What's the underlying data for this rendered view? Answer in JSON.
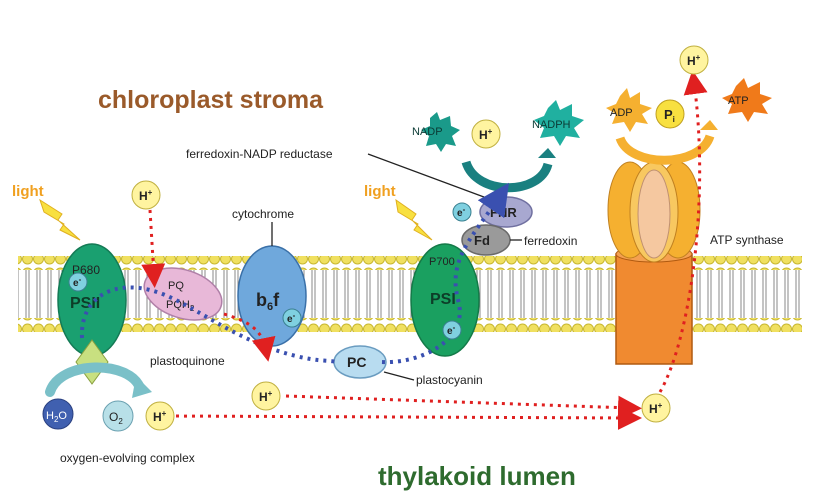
{
  "regions": {
    "stroma": "chloroplast stroma",
    "lumen": "thylakoid lumen"
  },
  "light": {
    "left": "light",
    "right": "light"
  },
  "psii": {
    "name": "PSII",
    "center": "P680"
  },
  "psi": {
    "name": "PSI",
    "center": "P700"
  },
  "cytochrome": {
    "label": "cytochrome",
    "name_main": "b",
    "name_sub": "6",
    "name_tail": "f"
  },
  "plastoquinone": {
    "label": "plastoquinone",
    "pq": "PQ",
    "pqh2_main": "PQH",
    "pqh2_sub": "2"
  },
  "plastocyanin": {
    "short": "PC",
    "label": "plastocyanin"
  },
  "ferredoxin": {
    "short": "Fd",
    "label": "ferredoxin"
  },
  "fnr": {
    "short": "FNR",
    "label": "ferredoxin-NADP reductase"
  },
  "atp_synthase": {
    "label": "ATP synthase"
  },
  "molecules": {
    "h_main": "H",
    "h_sup": "+",
    "e_main": "e",
    "e_sup": "-",
    "nadp": "NADP",
    "nadph": "NADPH",
    "adp": "ADP",
    "pi_main": "P",
    "pi_sub": "i",
    "atp": "ATP",
    "h2o_a": "H",
    "h2o_b": "2",
    "h2o_c": "O",
    "o2_a": "O",
    "o2_b": "2"
  },
  "oec": {
    "label": "oxygen-evolving complex"
  },
  "colors": {
    "stroma_text": "#9a5a2a",
    "lumen_text": "#2e6b2e",
    "light_text": "#f0a020",
    "psii": "#1aa070",
    "psi": "#1aa060",
    "cytochrome": "#6fa8dc",
    "pq": "#e8b8d8",
    "pc": "#b8dcf0",
    "fd": "#9a9a9a",
    "fnr": "#a8a8d0",
    "h_ion": "#fff4a0",
    "electron": "#7fd0e0",
    "nadp": "#1a9a8a",
    "atp_star": "#f07a1a",
    "adp_star": "#f5b030",
    "membrane_head": "#f0e060",
    "atp_synthase_top": "#f5c040",
    "atp_synthase_stalk": "#f08a30",
    "electron_path": "#3a50b0",
    "proton_path": "#e02020"
  }
}
